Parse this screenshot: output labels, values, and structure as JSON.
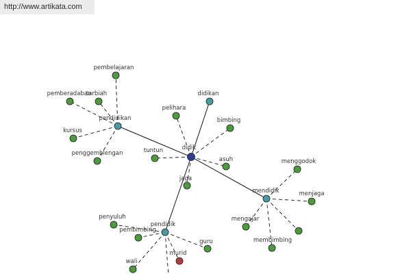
{
  "header": {
    "url": "http://www.artikata.com"
  },
  "colors": {
    "root": "#2f3f8f",
    "hub": "#4a9aa6",
    "leaf": "#4f9a3e",
    "special": "#b23d3d",
    "edge": "#111111"
  },
  "nodes": [
    {
      "id": "didik",
      "label": "didik",
      "kind": "root"
    },
    {
      "id": "didikan",
      "label": "didikan",
      "kind": "hub"
    },
    {
      "id": "pendidikan",
      "label": "pendidikan",
      "kind": "hub"
    },
    {
      "id": "mendidik",
      "label": "mendidik",
      "kind": "hub"
    },
    {
      "id": "pendidik",
      "label": "pendidik",
      "kind": "hub"
    },
    {
      "id": "pelihara",
      "label": "pelihara",
      "kind": "leaf"
    },
    {
      "id": "bimbing",
      "label": "bimbing",
      "kind": "leaf"
    },
    {
      "id": "tuntun",
      "label": "tuntun",
      "kind": "leaf"
    },
    {
      "id": "asuh",
      "label": "asuh",
      "kind": "leaf"
    },
    {
      "id": "jaga",
      "label": "jaga",
      "kind": "leaf"
    },
    {
      "id": "pembelajaran",
      "label": "pembelajaran",
      "kind": "leaf"
    },
    {
      "id": "pemberadaban",
      "label": "pemberadaban",
      "kind": "leaf"
    },
    {
      "id": "tarbiah",
      "label": "tarbiah",
      "kind": "leaf"
    },
    {
      "id": "kursus",
      "label": "kursus",
      "kind": "leaf"
    },
    {
      "id": "penggemblengan",
      "label": "penggemblengan",
      "kind": "leaf"
    },
    {
      "id": "menggodok",
      "label": "menggodok",
      "kind": "leaf"
    },
    {
      "id": "menjaga",
      "label": "menjaga",
      "kind": "leaf"
    },
    {
      "id": "mengajar",
      "label": "mengajar",
      "kind": "leaf"
    },
    {
      "id": "asuhan-hidden",
      "label": "",
      "kind": "leaf"
    },
    {
      "id": "membimbing",
      "label": "membimbing",
      "kind": "leaf"
    },
    {
      "id": "penyuluh",
      "label": "penyuluh",
      "kind": "leaf"
    },
    {
      "id": "pembimbing",
      "label": "pembimbing",
      "kind": "leaf"
    },
    {
      "id": "guru",
      "label": "guru",
      "kind": "leaf"
    },
    {
      "id": "murid",
      "label": "murid",
      "kind": "special"
    },
    {
      "id": "wali",
      "label": "wali",
      "kind": "leaf"
    }
  ],
  "edges": [
    {
      "from": "didik",
      "to": "didikan",
      "style": "solid"
    },
    {
      "from": "didik",
      "to": "pendidikan",
      "style": "solid"
    },
    {
      "from": "didik",
      "to": "mendidik",
      "style": "solid"
    },
    {
      "from": "didik",
      "to": "pendidik",
      "style": "solid"
    },
    {
      "from": "didik",
      "to": "pelihara",
      "style": "dashed"
    },
    {
      "from": "didik",
      "to": "bimbing",
      "style": "dashed"
    },
    {
      "from": "didik",
      "to": "tuntun",
      "style": "dashed"
    },
    {
      "from": "didik",
      "to": "asuh",
      "style": "dashed"
    },
    {
      "from": "didik",
      "to": "jaga",
      "style": "dashed"
    },
    {
      "from": "pendidikan",
      "to": "pembelajaran",
      "style": "dashed"
    },
    {
      "from": "pendidikan",
      "to": "pemberadaban",
      "style": "dashed"
    },
    {
      "from": "pendidikan",
      "to": "tarbiah",
      "style": "dashed"
    },
    {
      "from": "pendidikan",
      "to": "kursus",
      "style": "dashed"
    },
    {
      "from": "pendidikan",
      "to": "penggemblengan",
      "style": "dashed"
    },
    {
      "from": "mendidik",
      "to": "menggodok",
      "style": "dashed"
    },
    {
      "from": "mendidik",
      "to": "menjaga",
      "style": "dashed"
    },
    {
      "from": "mendidik",
      "to": "mengajar",
      "style": "dashed"
    },
    {
      "from": "mendidik",
      "to": "asuhan-hidden",
      "style": "dashed"
    },
    {
      "from": "mendidik",
      "to": "membimbing",
      "style": "dashed"
    },
    {
      "from": "pendidik",
      "to": "penyuluh",
      "style": "dashed"
    },
    {
      "from": "pendidik",
      "to": "pembimbing",
      "style": "dashed"
    },
    {
      "from": "pendidik",
      "to": "guru",
      "style": "dashed"
    },
    {
      "from": "pendidik",
      "to": "murid",
      "style": "dashed"
    },
    {
      "from": "pendidik",
      "to": "wali",
      "style": "dashed"
    },
    {
      "from": "pendidik",
      "to": "offscreen",
      "style": "dashed"
    }
  ]
}
